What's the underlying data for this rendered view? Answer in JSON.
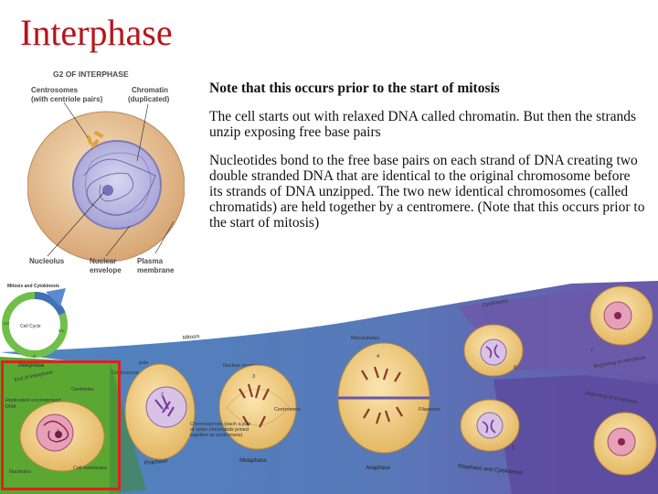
{
  "slide": {
    "title": "Interphase",
    "note": "Note that this occurs prior to the start of mitosis",
    "paragraph1": "The cell starts out with relaxed DNA called chromatin. But then the strands unzip exposing free base pairs",
    "paragraph2": "Nucleotides bond to the free base pairs on each strand of DNA creating two double stranded DNA that are identical to the original chromosome before its strands of DNA unzipped. The two new identical chromosomes (called chromatids) are held together by a centromere. (Note that this occurs prior to the start of mitosis)"
  },
  "g2_figure": {
    "heading": "G2 OF INTERPHASE",
    "centrosomes_line1": "Centrosomes",
    "centrosomes_line2": "(with centriole pairs)",
    "chromatin_line1": "Chromatin",
    "chromatin_line2": "(duplicated)",
    "nucleolus": "Nucleolus",
    "nuclear_line1": "Nuclear",
    "nuclear_line2": "envelope",
    "plasma_line1": "Plasma",
    "plasma_line2": "membrane"
  },
  "mitosis_figure": {
    "header": "Mitosis and Cytokinesis",
    "cell_cycle": "Cell Cycle",
    "cycle_m": "M",
    "cycle_g1": "G1",
    "cycle_s": "S",
    "cycle_g2": "G2",
    "interphase": "Interphase",
    "end_of_interphase": "End of interphase",
    "centrioles": "Centrioles",
    "replicated_line1": "Replicated uncondensed",
    "replicated_line2": "DNA",
    "nucleolus": "Nucleolus",
    "cell_membrane": "Cell membrane",
    "mitosis": "Mitosis",
    "centrosome": "Centrosome",
    "poles": "pole",
    "nuclear_envelope": "Nuclear envelope",
    "centromere": "Centromere",
    "chromosomes_line1": "Chromosomes (each a pair",
    "chromosomes_line2": "of sister chromatids joined",
    "chromosomes_line3": "together at centromere)",
    "microtubules": "Microtubules",
    "filaments": "Filaments",
    "prophase": "Prophase",
    "metaphase": "Metaphase",
    "anaphase": "Anaphase",
    "telophase": "Telophase and Cytokinesis",
    "cytokinesis": "Cytokinesis",
    "beginning_of_interphase": "Beginning of interphase",
    "step1": "1",
    "step2": "2",
    "step3": "3",
    "step4": "4",
    "step5": "5",
    "step6": "6",
    "step7": "7"
  },
  "colors": {
    "title_red": "#b8141a",
    "highlight_box": "#e0201c",
    "band_blue": "#4a7fb8",
    "band_purple": "#6a55a8",
    "interphase_green": "#5aa832",
    "cell_fill": "#f1c978",
    "chromatin": "#7a3d9a"
  }
}
